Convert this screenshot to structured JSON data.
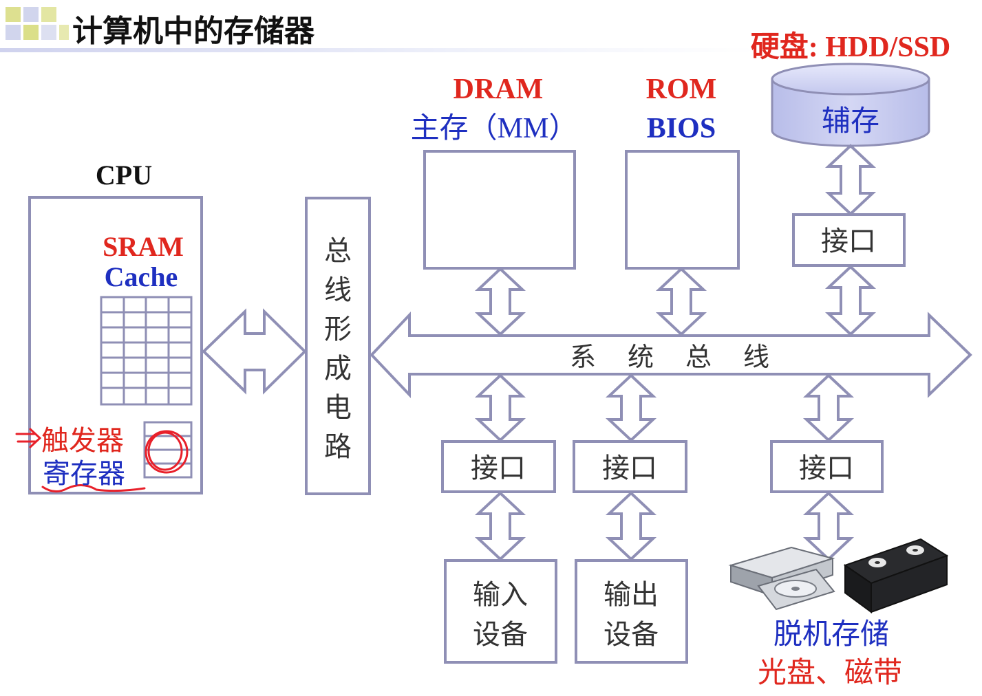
{
  "slide": {
    "title": "计算机中的存储器"
  },
  "colors": {
    "box_stroke": "#8f8fb5",
    "arrow_stroke": "#8f8fb5",
    "red": "#e0271e",
    "blue": "#1e2fc0",
    "black": "#111111",
    "disk_fill": "#c9cdf0",
    "annotation_red": "#e8202a"
  },
  "cpu": {
    "label": "CPU",
    "sram": "SRAM",
    "cache": "Cache",
    "flipflop": "触发器",
    "register": "寄存器"
  },
  "bus_circuit": {
    "label": "总线形成电路",
    "chars": [
      "总",
      "线",
      "形",
      "成",
      "电",
      "路"
    ]
  },
  "system_bus": {
    "chars": [
      "系",
      "统",
      "总",
      "线"
    ]
  },
  "main_memory": {
    "tech": "DRAM",
    "label": "主存（MM）"
  },
  "rom": {
    "tech": "ROM",
    "label": "BIOS"
  },
  "secondary_storage": {
    "header": "硬盘: HDD/SSD",
    "label": "辅存"
  },
  "interfaces": {
    "label": "接口"
  },
  "input_device": {
    "line1": "输入",
    "line2": "设备"
  },
  "output_device": {
    "line1": "输出",
    "line2": "设备"
  },
  "offline_storage": {
    "line1": "脱机存储",
    "line2": "光盘、磁带"
  },
  "icons": {
    "optical_drive": "optical-drive-icon",
    "tape_cassette": "tape-cassette-icon",
    "disk_cylinder": "disk-cylinder-icon"
  }
}
